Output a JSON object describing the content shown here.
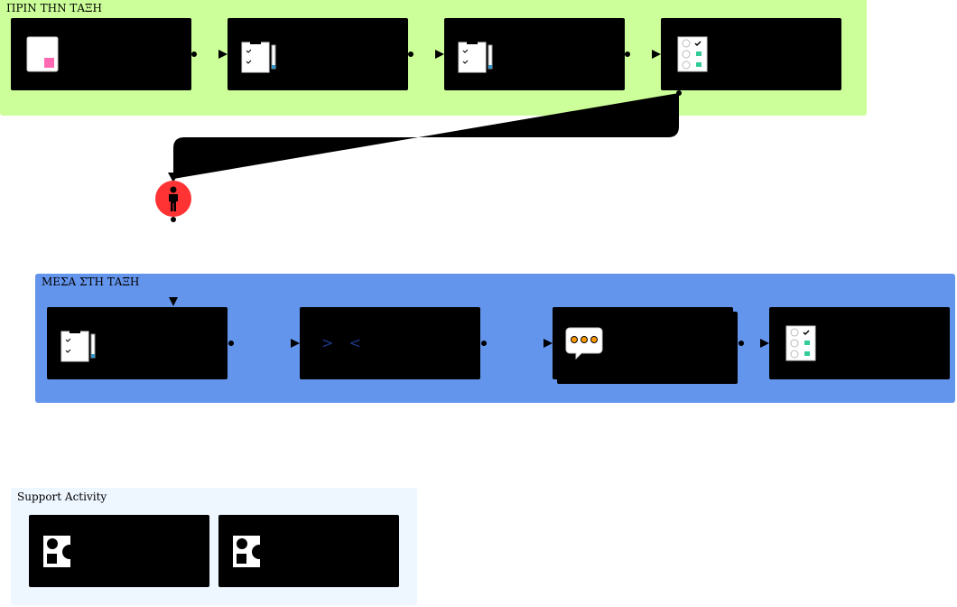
{
  "lanes": {
    "before": {
      "title": "ΠΡΙΝ ΤΗΝ ΤΑΞΗ",
      "color": "#ccff99"
    },
    "during": {
      "title": "ΜΕΣΑ ΣΤΗ ΤΑΞΗ",
      "color": "#6495ed"
    },
    "support": {
      "title": "Support Activity",
      "color": "#eef6ff"
    }
  },
  "colors": {
    "card": "#000000",
    "actor": "#ff3333",
    "note_pink": "#ff69b4",
    "checklist_green": "#33cc99",
    "pencil_blue": "#3399cc",
    "dots_orange": "#ff9900"
  },
  "cards": {
    "before": [
      {
        "icon": "sticky-note-icon"
      },
      {
        "icon": "clipboard-pencil-icon"
      },
      {
        "icon": "clipboard-pencil-icon"
      },
      {
        "icon": "checklist-icon"
      }
    ],
    "during": [
      {
        "icon": "clipboard-pencil-icon"
      },
      {
        "icon": "angle-brackets-icon",
        "text": "> <"
      },
      {
        "icon": "speech-bubble-dots-icon"
      },
      {
        "icon": "checklist-icon"
      }
    ],
    "support": [
      {
        "icon": "shapes-icon"
      },
      {
        "icon": "shapes-icon"
      }
    ]
  },
  "actor": {
    "icon": "person-icon"
  }
}
